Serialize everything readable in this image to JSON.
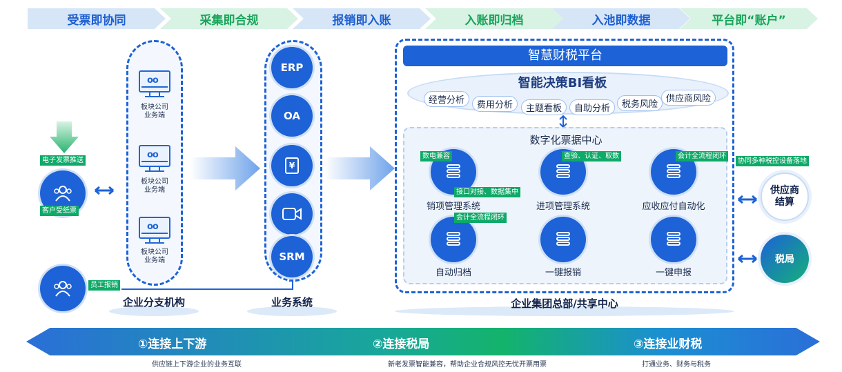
{
  "banner": {
    "steps": [
      "受票即协同",
      "采集即合规",
      "报销即入账",
      "入账即归档",
      "入池即数据",
      "平台即“账户”"
    ]
  },
  "left": {
    "e_invoice_push": "电子发票推送",
    "customer_paper": "客户受纸票",
    "employee_reimburse": "员工报销"
  },
  "branch": {
    "label": "企业分支机构",
    "monitors": [
      "板块公司\n业务端",
      "板块公司\n业务端",
      "板块公司\n业务端"
    ]
  },
  "business": {
    "label": "业务系统",
    "systems": [
      "ERP",
      "OA",
      "¥",
      "▭",
      "SRM"
    ]
  },
  "platform": {
    "title": "智慧财税平台",
    "bi_title": "智能决策BI看板",
    "bi_items": [
      "经营分析",
      "费用分析",
      "主题看板",
      "自助分析",
      "税务风险",
      "供应商风险"
    ],
    "center_title": "数字化票据中心",
    "tags": {
      "digital_compat": "数电兼容",
      "interface": "接口对接、数据集中",
      "verify": "查验、认证、取数",
      "accounting1": "会计全流程闭环",
      "accounting2": "会计全流程闭环"
    },
    "modules": [
      "销项管理系统",
      "进项管理系统",
      "应收应付自动化",
      "自动归档",
      "一键报销",
      "一键申报"
    ],
    "footer": "企业集团总部/共享中心"
  },
  "right": {
    "coordination_tag": "协同多种税控设备落地",
    "supplier": "供应商\n结算",
    "tax_bureau": "税局"
  },
  "bottom": {
    "items": [
      {
        "title": "①连接上下游",
        "sub": "供应链上下游企业的业务互联"
      },
      {
        "title": "②连接税局",
        "sub": "新老发票智能兼容，帮助企业合规风控无忧开票用票"
      },
      {
        "title": "③连接业财税",
        "sub": "打通业务、财务与税务"
      }
    ]
  },
  "colors": {
    "primary": "#1d62d6",
    "green": "#0fa968",
    "banner_blue": "#d6e6f7",
    "banner_green": "#d8f2e4"
  }
}
